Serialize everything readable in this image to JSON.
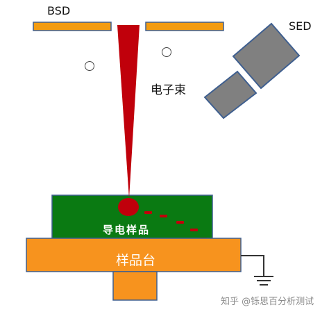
{
  "labels": {
    "bsd": "BSD",
    "sed": "SED",
    "electron_beam": "电子束",
    "conductive_sample": "导电样品",
    "sample_stage": "样品台"
  },
  "watermark": "知乎 @铄思百分析测试",
  "colors": {
    "detector_plate": "#f39c12",
    "beam": "#c0000b",
    "sample": "#0a7a12",
    "stage": "#f7931e",
    "sed_detector": "#7f7f7f",
    "outline": "#3f5f8f",
    "ground": "#333333"
  }
}
